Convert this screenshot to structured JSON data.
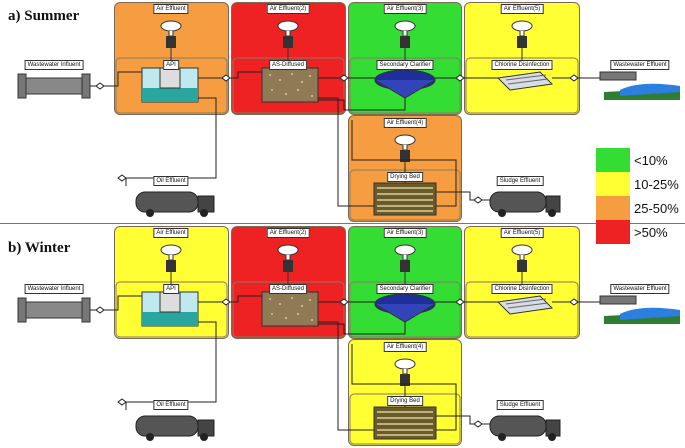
{
  "legend": {
    "items": [
      {
        "label": "<10%",
        "color": "#33dd33"
      },
      {
        "label": "10-25%",
        "color": "#ffff33"
      },
      {
        "label": "25-50%",
        "color": "#f59d40"
      },
      {
        "label": ">50%",
        "color": "#ee2222"
      }
    ]
  },
  "summer": {
    "title": "a) Summer",
    "top_labels": [
      "Air Effluent",
      "Air Effluent(2)",
      "Air Effluent(3)",
      "Air Effluent(5)"
    ],
    "process_labels": [
      "API",
      "AS-Diffused",
      "Secondary Clarifier",
      "Chlorine Disinfection"
    ],
    "influent": "Wastewater Influent",
    "effluent": "Wastewater Effluent",
    "oil": "Oil Effluent",
    "air4": "Air Effluent(4)",
    "drying": "Drying Bed",
    "sludge": "Sludge Effluent",
    "colors": {
      "api": "#f59d40",
      "as": "#ee2222",
      "clar": "#33dd33",
      "chl": "#ffff33",
      "dry": "#f59d40"
    }
  },
  "winter": {
    "title": "b) Winter",
    "top_labels": [
      "Air Effluent",
      "Air Effluent(2)",
      "Air Effluent(3)",
      "Air Effluent(5)"
    ],
    "process_labels": [
      "API",
      "AS-Diffused",
      "Secondary Clarifier",
      "Chlorine Disinfection"
    ],
    "influent": "Wastewater Influent",
    "effluent": "Wastewater Effluent",
    "oil": "Oil Effluent",
    "air4": "Air Effluent(4)",
    "drying": "Drying Bed",
    "sludge": "Sludge Effluent",
    "colors": {
      "api": "#ffff33",
      "as": "#ee2222",
      "clar": "#33dd33",
      "chl": "#ffff33",
      "dry": "#ffff33"
    }
  }
}
